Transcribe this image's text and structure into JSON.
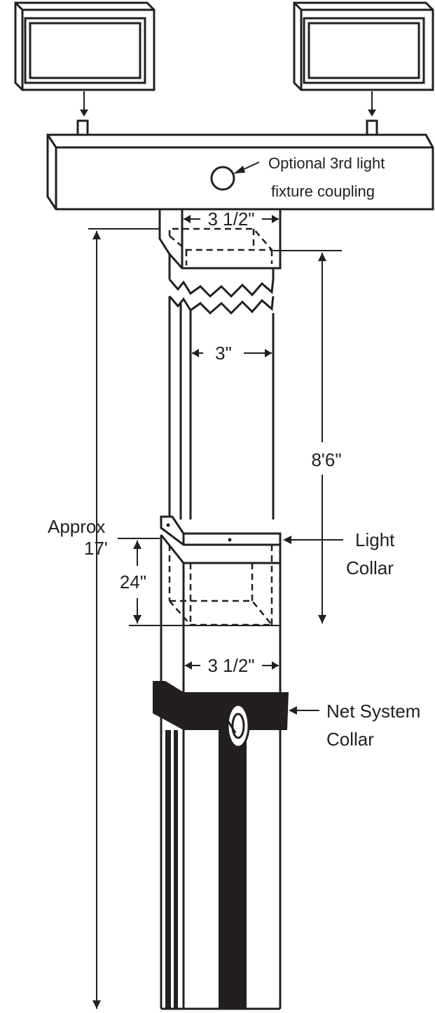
{
  "labels": {
    "coupling_line1": "Optional 3rd light",
    "coupling_line2": "fixture coupling",
    "top_width": "3 1/2\"",
    "inner_width": "3\"",
    "upper_height": "8'6\"",
    "total_height_line1": "Approx",
    "total_height_line2": "17'",
    "light_collar_line1": "Light",
    "light_collar_line2": "Collar",
    "overlap_height": "24\"",
    "bottom_width": "3 1/2\"",
    "net_collar_line1": "Net System",
    "net_collar_line2": "Collar"
  },
  "colors": {
    "ink": "#231f20",
    "background": "#ffffff"
  }
}
